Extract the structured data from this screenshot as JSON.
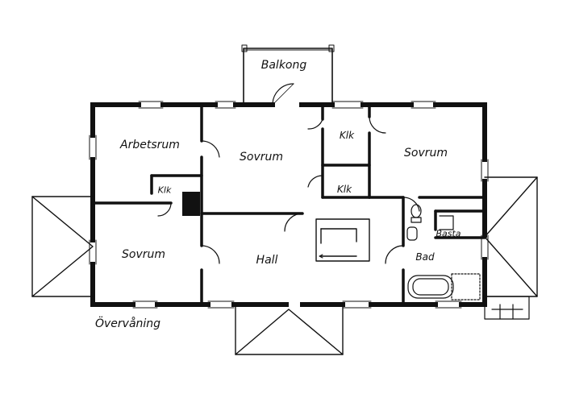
{
  "floor_plan": {
    "title": "Övervåning",
    "rooms": {
      "balcony": "Balkong",
      "study": "Arbetsrum",
      "bedroom_center": "Sovrum",
      "bedroom_right": "Sovrum",
      "bedroom_left": "Sovrum",
      "closet_top": "Klk",
      "closet_middle": "Klk",
      "closet_left": "Klk",
      "hall": "Hall",
      "sauna": "Basta",
      "bathroom": "Bad"
    }
  },
  "colors": {
    "ink": "#111111",
    "paper": "#ffffff"
  }
}
